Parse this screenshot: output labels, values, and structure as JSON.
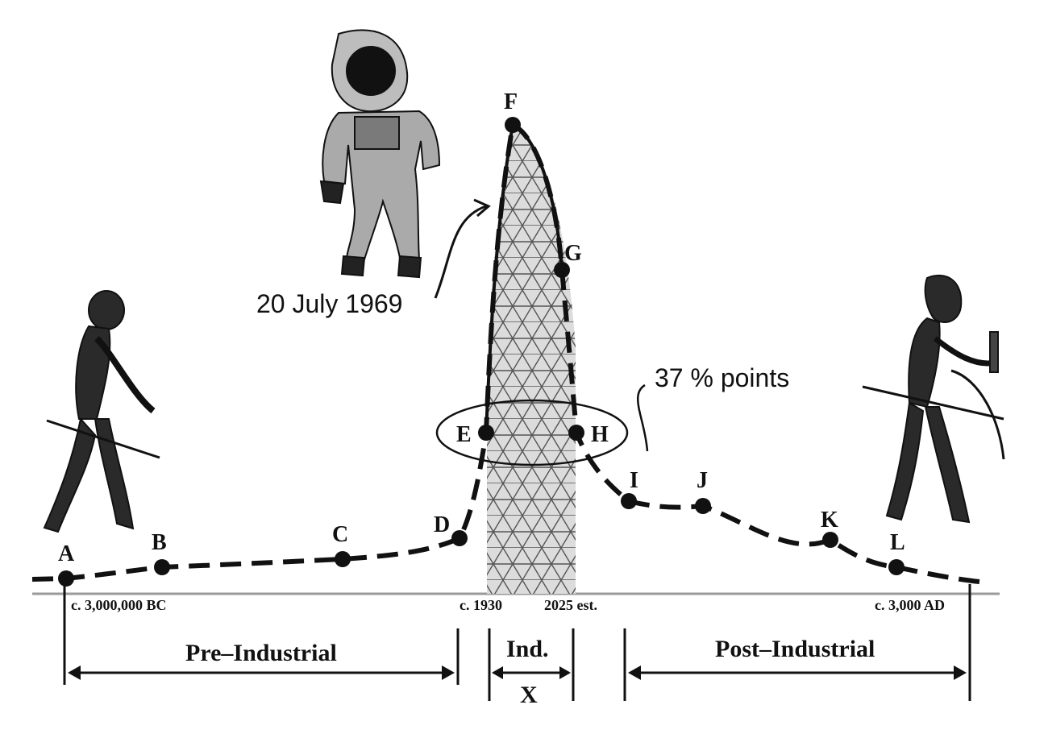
{
  "points": [
    {
      "id": "A",
      "label": "A"
    },
    {
      "id": "B",
      "label": "B"
    },
    {
      "id": "C",
      "label": "C"
    },
    {
      "id": "D",
      "label": "D"
    },
    {
      "id": "E",
      "label": "E"
    },
    {
      "id": "F",
      "label": "F"
    },
    {
      "id": "G",
      "label": "G"
    },
    {
      "id": "H",
      "label": "H"
    },
    {
      "id": "I",
      "label": "I"
    },
    {
      "id": "J",
      "label": "J"
    },
    {
      "id": "K",
      "label": "K"
    },
    {
      "id": "L",
      "label": "L"
    }
  ],
  "annotations": {
    "moon_landing": "20 July 1969",
    "percent_points": "37 %  points"
  },
  "dates": {
    "start": "c. 3,000,000 BC",
    "ind_start": "c. 1930",
    "ind_end": "2025 est.",
    "end": "c. 3,000 AD"
  },
  "eras": {
    "pre": "Pre–Industrial",
    "ind": "Ind.",
    "post": "Post–Industrial",
    "x": "X"
  },
  "figures": {
    "left": "early-human-figure",
    "center": "astronaut-figure",
    "right": "future-human-figure"
  },
  "colors": {
    "ink": "#111111",
    "hatch": "#cccccc",
    "baseline": "#9a9a9a"
  }
}
